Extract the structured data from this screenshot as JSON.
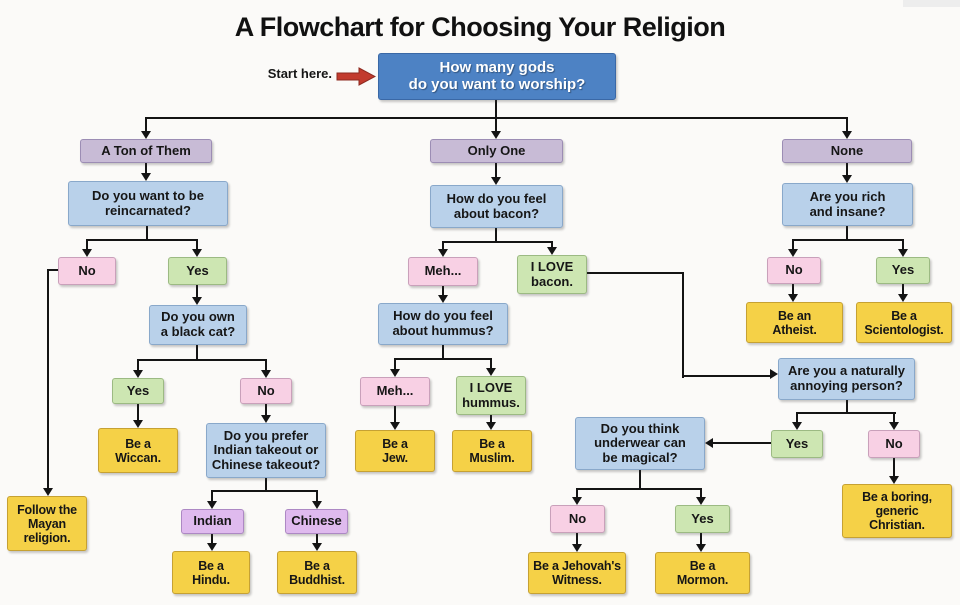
{
  "title": "A Flowchart for Choosing Your Religion",
  "start_label": "Start here.",
  "colors": {
    "start_box": "#4d82c4",
    "category": "#c8bbd6",
    "question": "#b9d1ea",
    "answer_no": "#f8d0e4",
    "answer_yes": "#cde6b2",
    "result": "#f5d147",
    "option": "#dfbaee",
    "line": "#141414",
    "start_arrow": "#c23b2e"
  },
  "nodes": {
    "start": {
      "label": "How many gods\ndo you want to worship?",
      "type": "start"
    },
    "ton": {
      "label": "A Ton of Them",
      "type": "category"
    },
    "one": {
      "label": "Only One",
      "type": "category"
    },
    "none": {
      "label": "None",
      "type": "category"
    },
    "reincarnated": {
      "label": "Do you want to be\nreincarnated?",
      "type": "question"
    },
    "rein_no": {
      "label": "No",
      "type": "answer"
    },
    "rein_yes": {
      "label": "Yes",
      "type": "answer"
    },
    "mayan": {
      "label": "Follow the\nMayan\nreligion.",
      "type": "result"
    },
    "black_cat": {
      "label": "Do you own\na black cat?",
      "type": "question"
    },
    "cat_yes": {
      "label": "Yes",
      "type": "answer"
    },
    "cat_no": {
      "label": "No",
      "type": "answer"
    },
    "wiccan": {
      "label": "Be a\nWiccan.",
      "type": "result"
    },
    "takeout": {
      "label": "Do you prefer\nIndian takeout or\nChinese takeout?",
      "type": "question"
    },
    "indian": {
      "label": "Indian",
      "type": "option"
    },
    "chinese": {
      "label": "Chinese",
      "type": "option"
    },
    "hindu": {
      "label": "Be a\nHindu.",
      "type": "result"
    },
    "buddhist": {
      "label": "Be a\nBuddhist.",
      "type": "result"
    },
    "bacon": {
      "label": "How do you feel\nabout bacon?",
      "type": "question"
    },
    "bacon_meh": {
      "label": "Meh...",
      "type": "answer"
    },
    "bacon_love": {
      "label": "I LOVE\nbacon.",
      "type": "answer"
    },
    "hummus": {
      "label": "How do you feel\nabout hummus?",
      "type": "question"
    },
    "hummus_meh": {
      "label": "Meh...",
      "type": "answer"
    },
    "hummus_love": {
      "label": "I LOVE\nhummus.",
      "type": "answer"
    },
    "jew": {
      "label": "Be a\nJew.",
      "type": "result"
    },
    "muslim": {
      "label": "Be a\nMuslim.",
      "type": "result"
    },
    "rich": {
      "label": "Are you rich\nand insane?",
      "type": "question"
    },
    "rich_no": {
      "label": "No",
      "type": "answer"
    },
    "rich_yes": {
      "label": "Yes",
      "type": "answer"
    },
    "atheist": {
      "label": "Be an\nAtheist.",
      "type": "result"
    },
    "scientologist": {
      "label": "Be a\nScientologist.",
      "type": "result"
    },
    "annoying": {
      "label": "Are you a naturally\nannoying person?",
      "type": "question"
    },
    "annoying_yes": {
      "label": "Yes",
      "type": "answer"
    },
    "annoying_no": {
      "label": "No",
      "type": "answer"
    },
    "christian": {
      "label": "Be a boring,\ngeneric\nChristian.",
      "type": "result"
    },
    "underwear": {
      "label": "Do you think\nunderwear can\nbe magical?",
      "type": "question"
    },
    "underwear_no": {
      "label": "No",
      "type": "answer"
    },
    "underwear_yes": {
      "label": "Yes",
      "type": "answer"
    },
    "jehovah": {
      "label": "Be a Jehovah's\nWitness.",
      "type": "result"
    },
    "mormon": {
      "label": "Be a\nMormon.",
      "type": "result"
    }
  },
  "edges": [
    [
      "start",
      "ton"
    ],
    [
      "start",
      "one"
    ],
    [
      "start",
      "none"
    ],
    [
      "ton",
      "reincarnated"
    ],
    [
      "reincarnated",
      "rein_no"
    ],
    [
      "reincarnated",
      "rein_yes"
    ],
    [
      "rein_no",
      "mayan"
    ],
    [
      "rein_yes",
      "black_cat"
    ],
    [
      "black_cat",
      "cat_yes"
    ],
    [
      "black_cat",
      "cat_no"
    ],
    [
      "cat_yes",
      "wiccan"
    ],
    [
      "cat_no",
      "takeout"
    ],
    [
      "takeout",
      "indian"
    ],
    [
      "takeout",
      "chinese"
    ],
    [
      "indian",
      "hindu"
    ],
    [
      "chinese",
      "buddhist"
    ],
    [
      "one",
      "bacon"
    ],
    [
      "bacon",
      "bacon_meh"
    ],
    [
      "bacon",
      "bacon_love"
    ],
    [
      "bacon_meh",
      "hummus"
    ],
    [
      "bacon_love",
      "annoying"
    ],
    [
      "hummus",
      "hummus_meh"
    ],
    [
      "hummus",
      "hummus_love"
    ],
    [
      "hummus_meh",
      "jew"
    ],
    [
      "hummus_love",
      "muslim"
    ],
    [
      "none",
      "rich"
    ],
    [
      "rich",
      "rich_no"
    ],
    [
      "rich",
      "rich_yes"
    ],
    [
      "rich_no",
      "atheist"
    ],
    [
      "rich_yes",
      "scientologist"
    ],
    [
      "annoying",
      "annoying_yes"
    ],
    [
      "annoying",
      "annoying_no"
    ],
    [
      "annoying_yes",
      "underwear"
    ],
    [
      "annoying_no",
      "christian"
    ],
    [
      "underwear",
      "underwear_no"
    ],
    [
      "underwear",
      "underwear_yes"
    ],
    [
      "underwear_no",
      "jehovah"
    ],
    [
      "underwear_yes",
      "mormon"
    ]
  ]
}
